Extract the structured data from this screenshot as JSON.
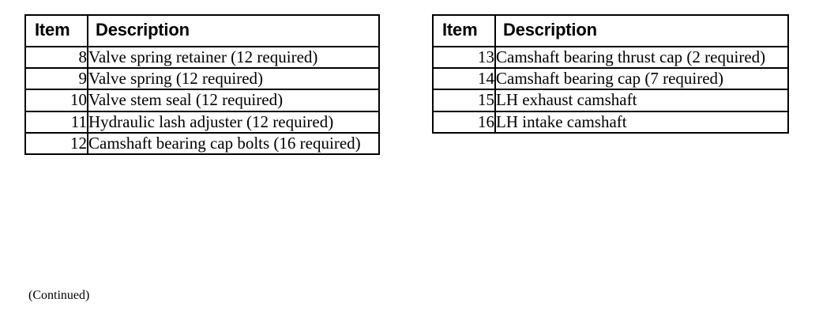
{
  "document": {
    "type": "parts-list",
    "background_color": "#ffffff",
    "text_color": "#000000",
    "continued_note": "(Continued)"
  },
  "tables": [
    {
      "id": "left",
      "columns": [
        {
          "key": "item",
          "header": "Item"
        },
        {
          "key": "description",
          "header": "Description"
        }
      ],
      "rows": [
        {
          "item": "8",
          "description": "Valve spring retainer (12 required)"
        },
        {
          "item": "9",
          "description": "Valve spring (12 required)"
        },
        {
          "item": "10",
          "description": "Valve stem seal (12 required)"
        },
        {
          "item": "11",
          "description": "Hydraulic lash adjuster (12 required)"
        },
        {
          "item": "12",
          "description": "Camshaft bearing cap bolts (16 required)"
        }
      ]
    },
    {
      "id": "right",
      "columns": [
        {
          "key": "item",
          "header": "Item"
        },
        {
          "key": "description",
          "header": "Description"
        }
      ],
      "rows": [
        {
          "item": "13",
          "description": "Camshaft bearing thrust cap (2 required)"
        },
        {
          "item": "14",
          "description": "Camshaft bearing cap (7 required)"
        },
        {
          "item": "15",
          "description": "LH exhaust camshaft"
        },
        {
          "item": "16",
          "description": "LH intake camshaft"
        }
      ]
    }
  ]
}
